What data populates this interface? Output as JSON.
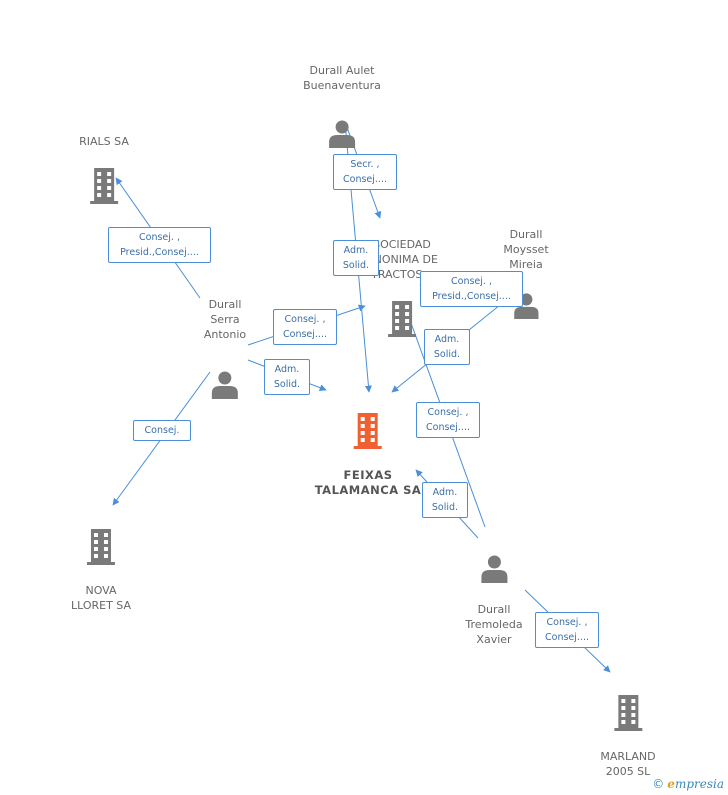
{
  "nodes": {
    "durall_aulet": {
      "label": "Durall Aulet\nBuenaventura",
      "type": "person"
    },
    "rials": {
      "label": "RIALS SA",
      "type": "company"
    },
    "sociedad": {
      "label": "SOCIEDAD\nANONIMA DE\nTRACTOS...",
      "type": "company"
    },
    "durall_moysset": {
      "label": "Durall\nMoysset\nMireia",
      "type": "person"
    },
    "durall_serra": {
      "label": "Durall\nSerra\nAntonio",
      "type": "person"
    },
    "feixas": {
      "label": "FEIXAS\nTALAMANCA SA",
      "type": "company-main"
    },
    "nova_lloret": {
      "label": "NOVA\nLLORET SA",
      "type": "company"
    },
    "durall_tremoleda": {
      "label": "Durall\nTremoleda\nXavier",
      "type": "person"
    },
    "marland": {
      "label": "MARLAND\n2005 SL",
      "type": "company"
    }
  },
  "edges": {
    "aulet_sociedad": "Secr. ,\nConsej....",
    "aulet_feixas": "Adm.\nSolid.",
    "serra_rials": "Consej. ,\nPresid.,Consej....",
    "serra_sociedad": "Consej. ,\nConsej....",
    "serra_feixas": "Adm.\nSolid.",
    "serra_nova": "Consej.",
    "moysset_sociedad": "Consej. ,\nPresid.,Consej....",
    "moysset_feixas": "Adm.\nSolid.",
    "tremoleda_sociedad": "Consej. ,\nConsej....",
    "tremoleda_feixas": "Adm.\nSolid.",
    "tremoleda_marland": "Consej. ,\nConsej...."
  },
  "footer": {
    "copyright": "©",
    "brand_e": "e",
    "brand_rest": "mpresia"
  },
  "colors": {
    "edge": "#4a8fd8",
    "icon": "#7a7a7a",
    "main_icon": "#f06030"
  }
}
